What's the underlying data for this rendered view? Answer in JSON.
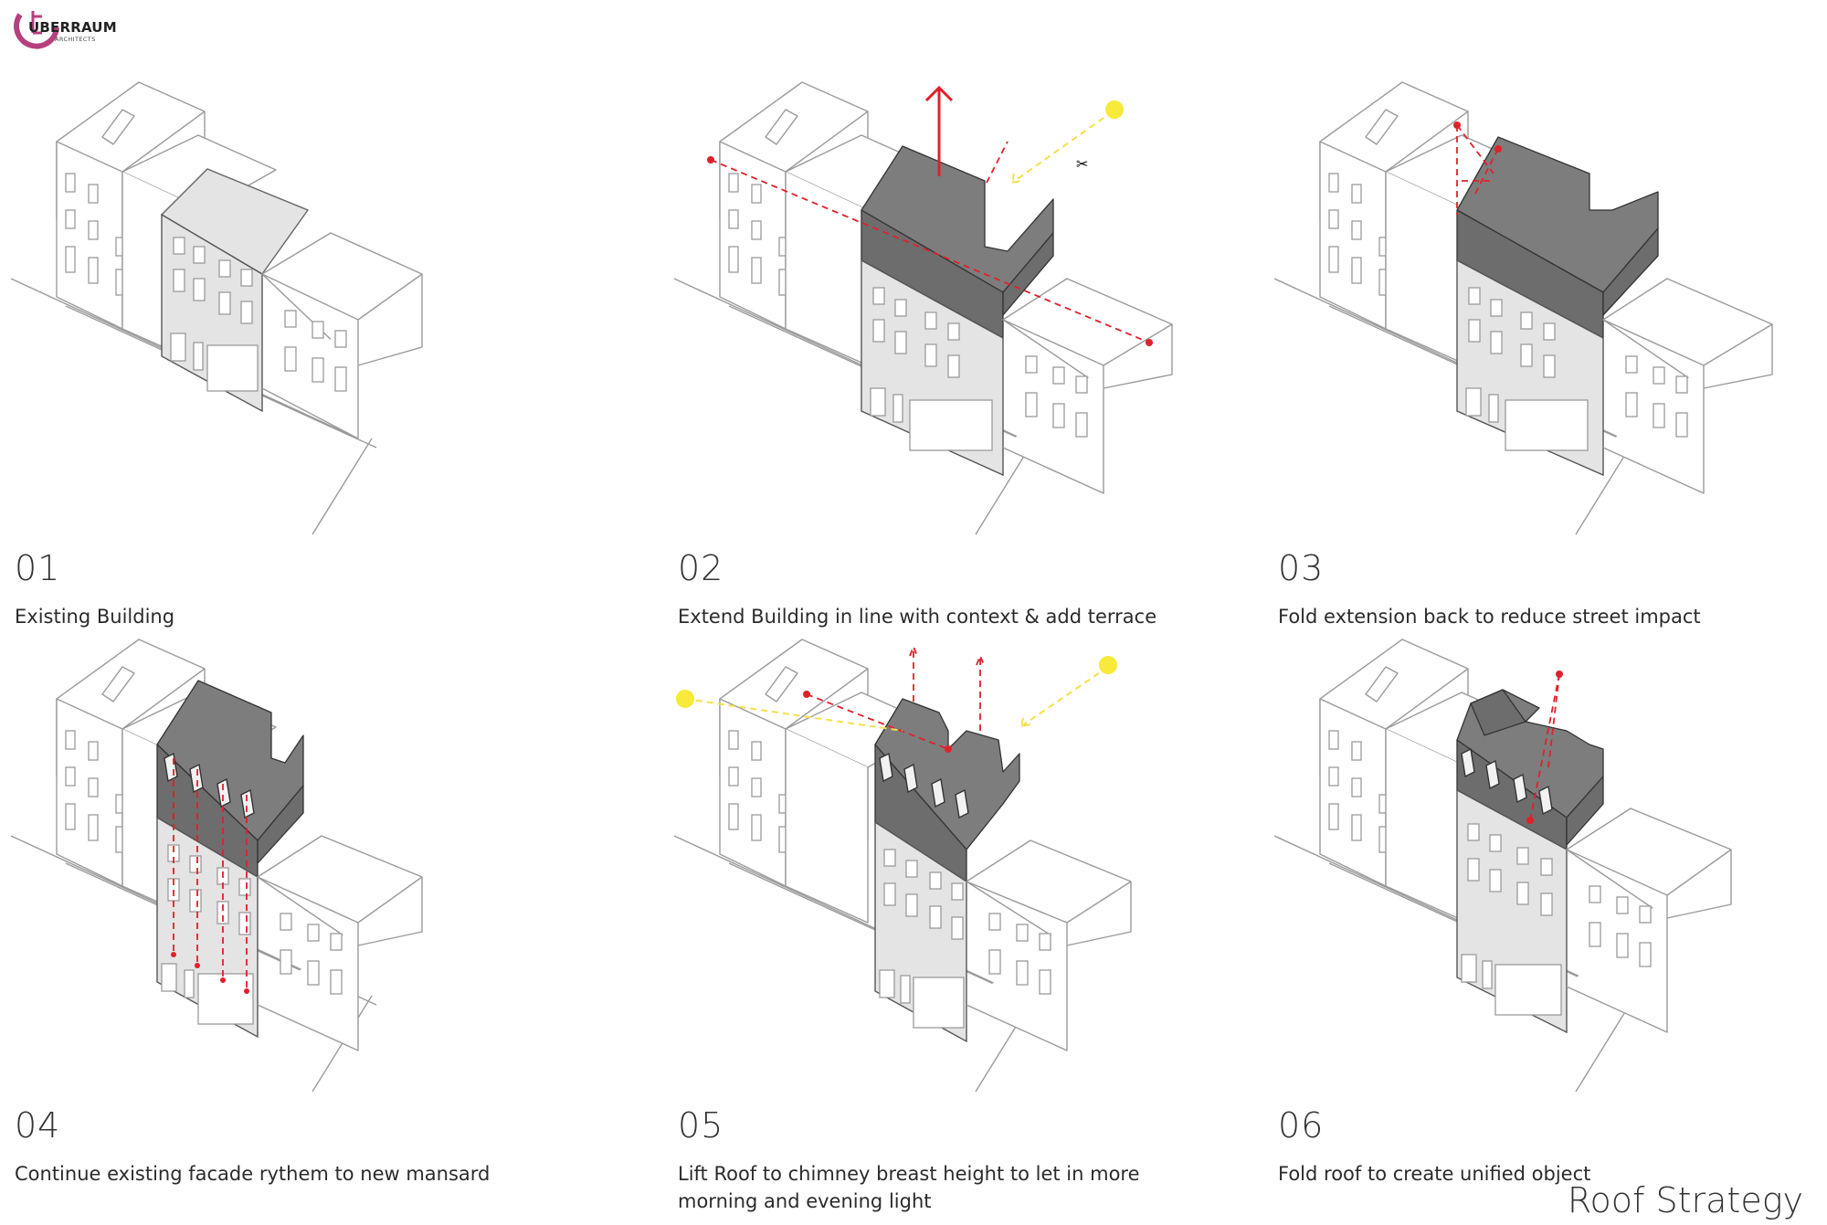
{
  "logo": {
    "word": "UBERRAUM",
    "subtitle": "ARCHITECTS",
    "color": "#b5407e"
  },
  "panels": [
    {
      "number": "01",
      "caption": "Existing Building"
    },
    {
      "number": "02",
      "caption": "Extend Building in line with context & add terrace"
    },
    {
      "number": "03",
      "caption": "Fold extension back to reduce street impact"
    },
    {
      "number": "04",
      "caption": "Continue existing facade rythem to new mansard"
    },
    {
      "number": "05",
      "caption": "Lift Roof to chimney breast height to let in more morning and evening light"
    },
    {
      "number": "06",
      "caption": "Fold roof to create unified object"
    }
  ],
  "title": "Roof Strategy",
  "colors": {
    "accent_red": "#e0202a",
    "sun_yellow": "#f7ea3a",
    "roof_dark": "#7d7d7d",
    "facade_light": "#e4e4e4"
  }
}
